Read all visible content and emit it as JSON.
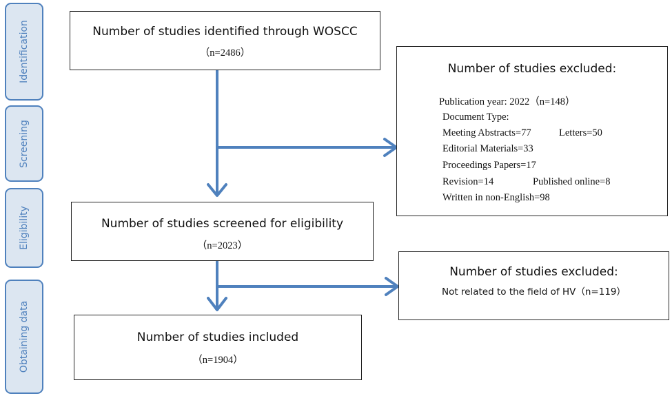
{
  "stages": [
    "Identification",
    "Screening",
    "Eligibility",
    "Obtaining data"
  ],
  "identified": {
    "title": "Number of studies identified through WOSCC",
    "count": "（n=2486）"
  },
  "excluded1": {
    "title": "Number of studies excluded:",
    "publication_year": "Publication year: 2022（n=148）",
    "document_type": "Document Type:",
    "meeting_abstracts": "Meeting Abstracts=77",
    "letters": "Letters=50",
    "editorial_materials": "Editorial Materials=33",
    "proceedings_papers": "Proceedings Papers=17",
    "revision": "Revision=14",
    "published_online": "Published online=8",
    "non_english": "Written in non-English=98"
  },
  "screened": {
    "title": "Number of studies screened for eligibility",
    "count": "（n=2023）"
  },
  "excluded2": {
    "title": "Number of studies excluded:",
    "reason": "Not related to the field of HV（n=119）"
  },
  "included": {
    "title": "Number of studies included",
    "count": "（n=1904）"
  },
  "colors": {
    "stage_fill": "#dce6f1",
    "stage_border": "#4f81bd",
    "arrow": "#4f81bd"
  }
}
